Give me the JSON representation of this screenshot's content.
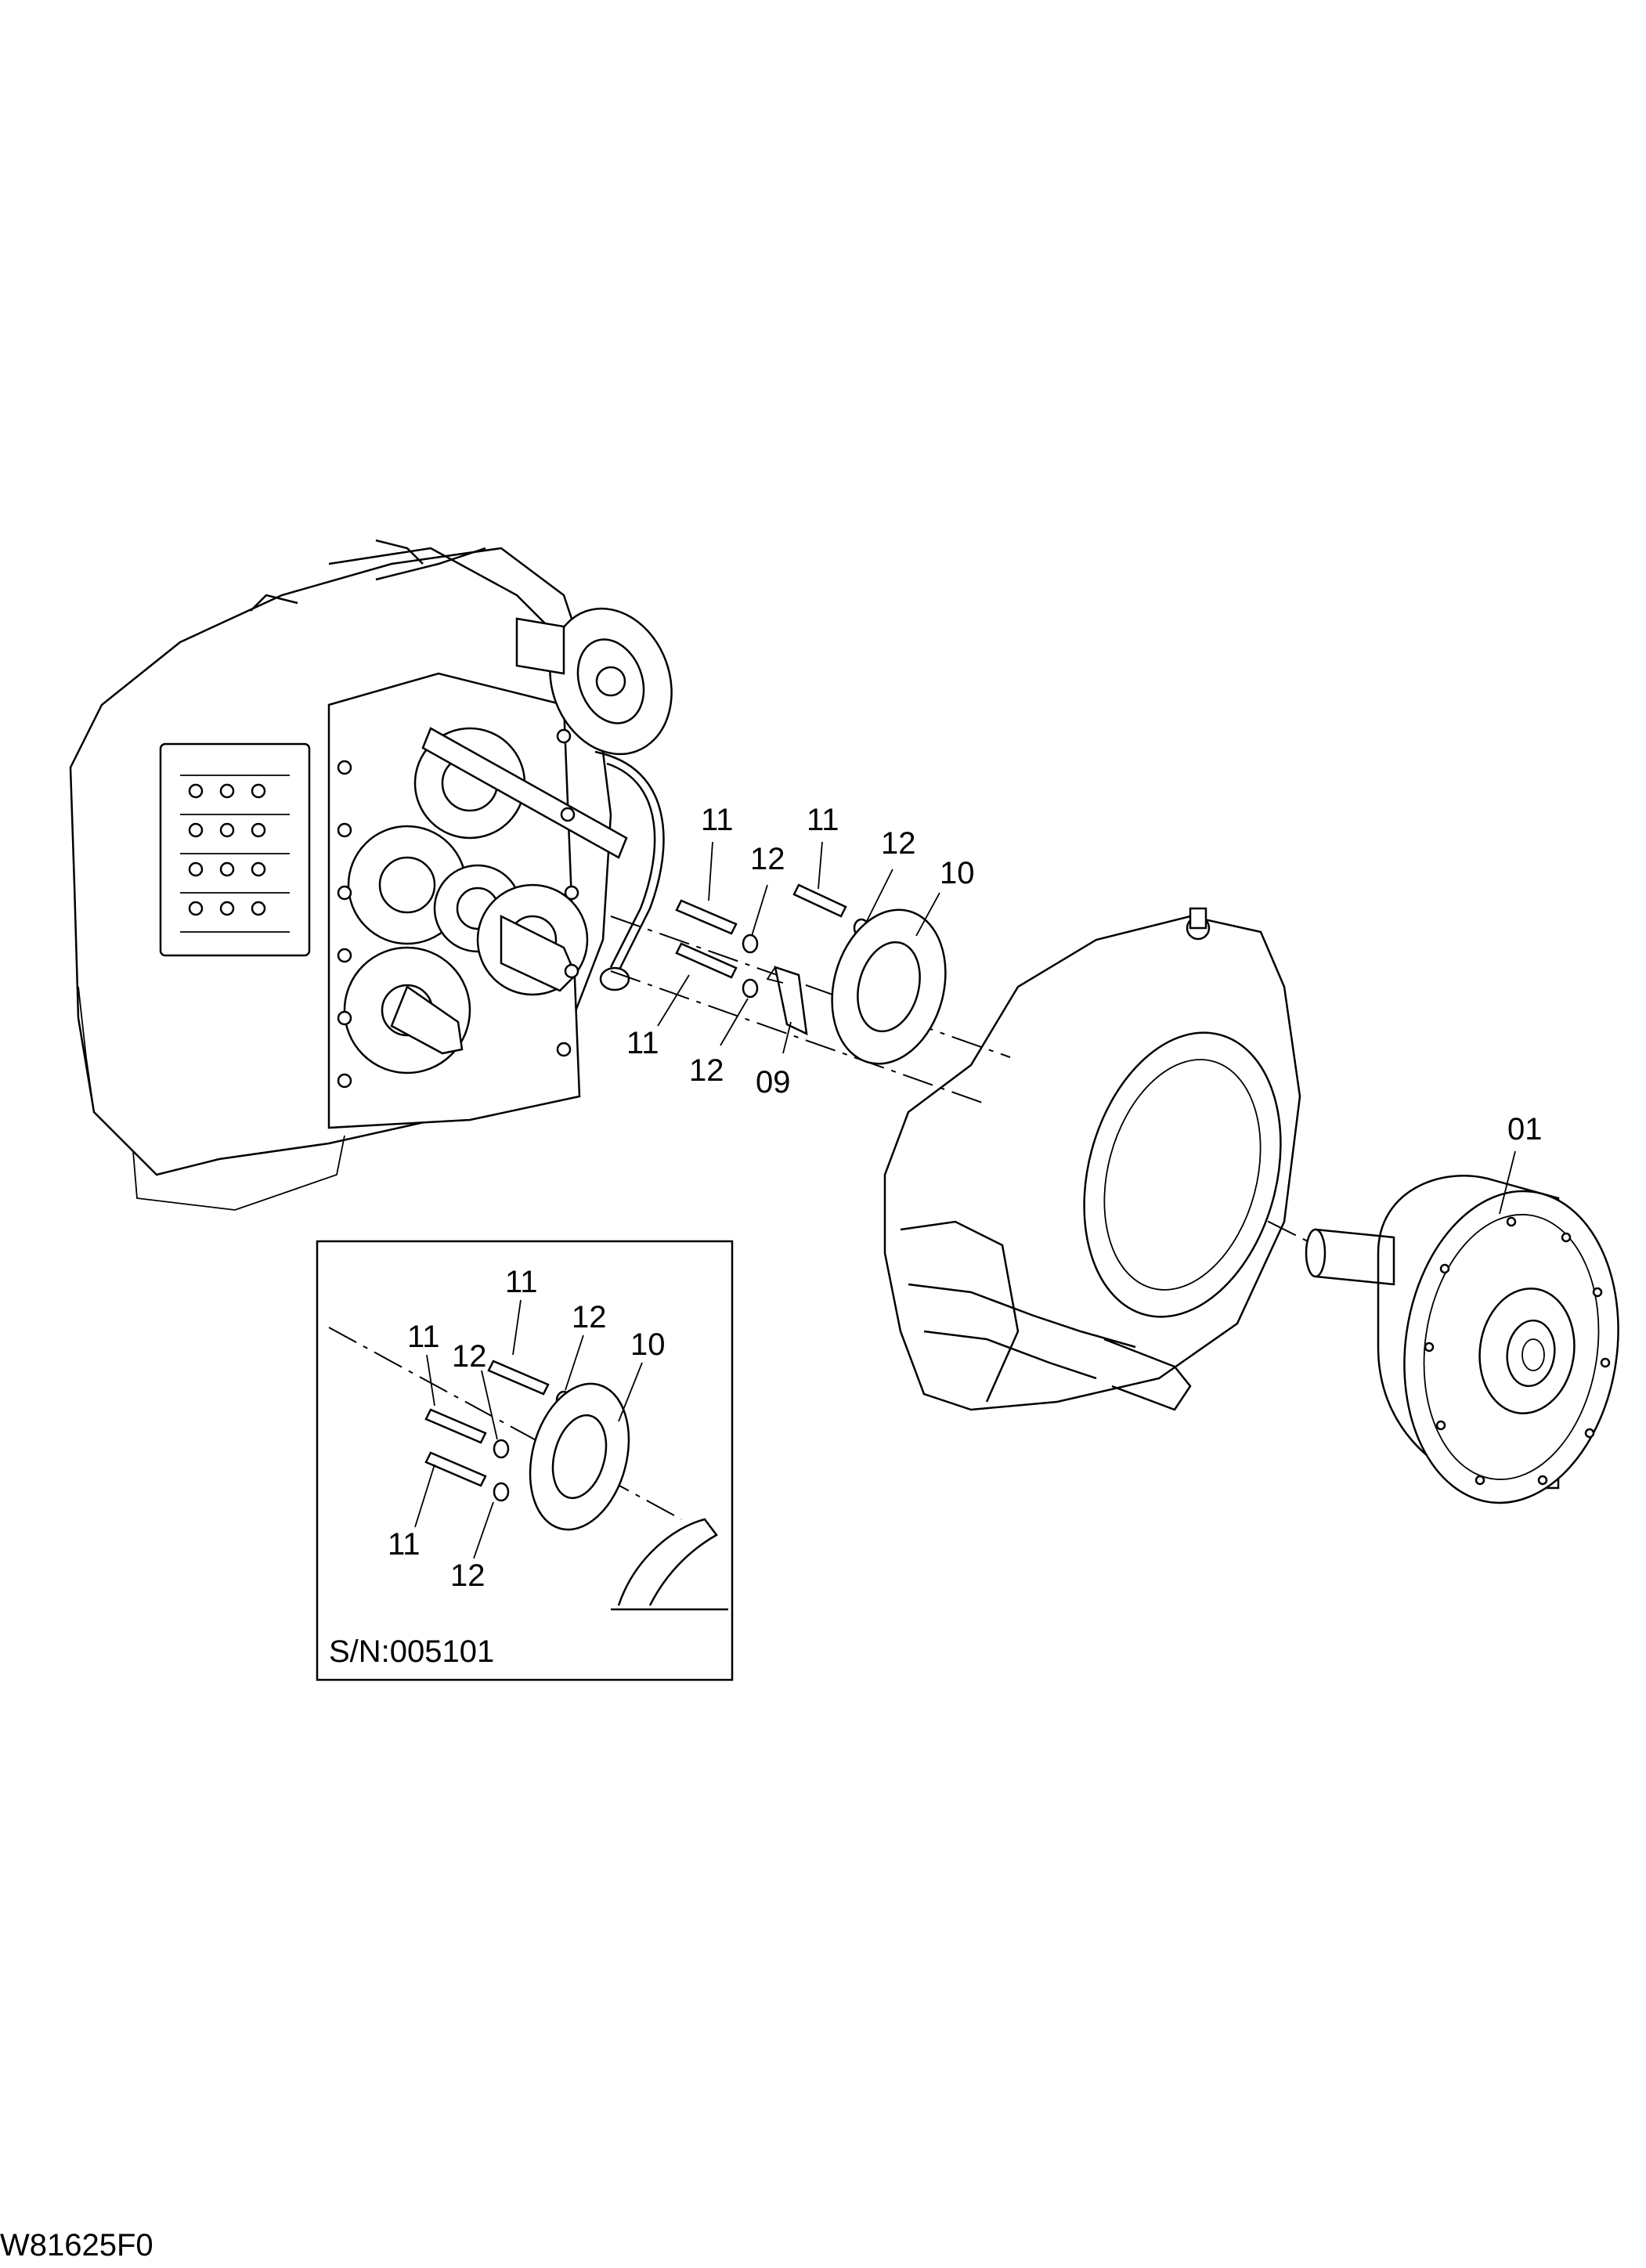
{
  "figure_code": "W81625F0",
  "inset": {
    "serial_label": "S/N:005101"
  },
  "callouts_main": [
    "11",
    "12",
    "11",
    "12",
    "10",
    "11",
    "12",
    "09",
    "01"
  ],
  "callouts_inset": [
    "11",
    "12",
    "11",
    "12",
    "10",
    "11",
    "12"
  ]
}
